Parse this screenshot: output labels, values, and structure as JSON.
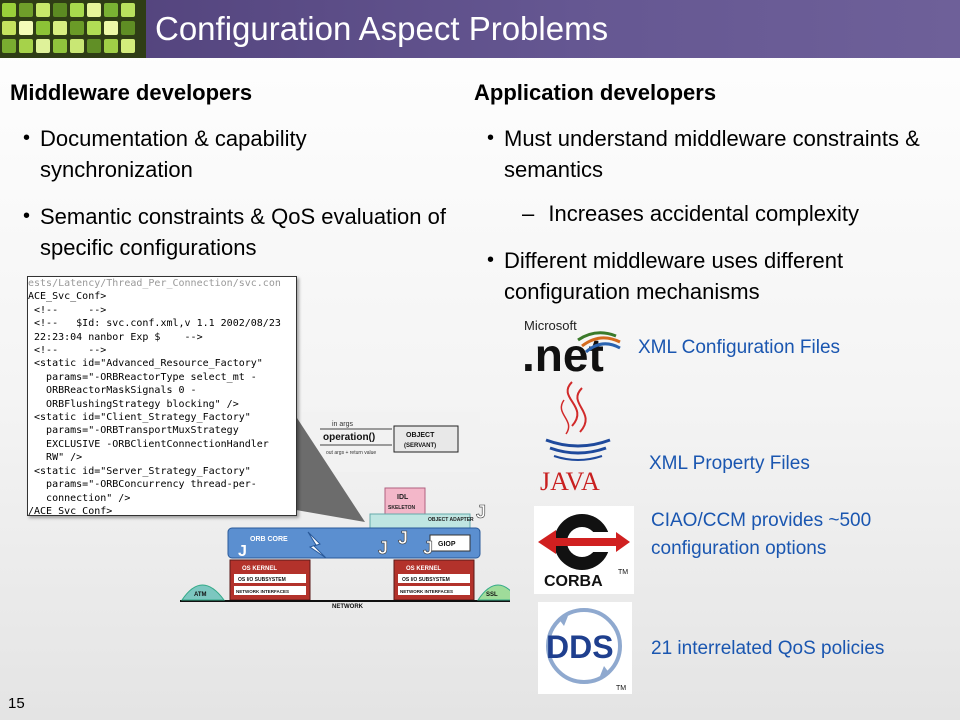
{
  "slide": {
    "title": "Configuration Aspect Problems",
    "page_number": "15"
  },
  "left": {
    "heading": "Middleware developers",
    "bullets": [
      "Documentation & capability synchronization",
      "Semantic constraints & QoS evaluation of specific configurations"
    ]
  },
  "right": {
    "heading": "Application developers",
    "bullets": [
      "Must understand middleware constraints & semantics",
      "Different middleware uses different configuration mechanisms"
    ],
    "sub_bullet": "Increases accidental complexity"
  },
  "code_listing": [
    "ests/Latency/Thread_Per_Connection/svc.con",
    "ACE_Svc_Conf>",
    " <!--     -->",
    " <!--   $Id: svc.conf.xml,v 1.1 2002/08/23",
    " 22:23:04 nanbor Exp $    -->",
    " <!--     -->",
    " <static id=\"Advanced_Resource_Factory\"",
    "   params=\"-ORBReactorType select_mt -",
    "   ORBReactorMaskSignals 0 -",
    "   ORBFlushingStrategy blocking\" />",
    " <static id=\"Client_Strategy_Factory\"",
    "   params=\"-ORBTransportMuxStrategy",
    "   EXCLUSIVE -ORBClientConnectionHandler",
    "   RW\" />",
    " <static id=\"Server_Strategy_Factory\"",
    "   params=\"-ORBConcurrency thread-per-",
    "   connection\" />",
    "/ACE_Svc_Conf>"
  ],
  "diagram": {
    "in_args": "in args",
    "operation": "operation()",
    "out_args": "out args + return value",
    "object": "OBJECT",
    "servant": "(SERVANT)",
    "idl": "IDL",
    "skeleton": "SKELETON",
    "object_adapter": "OBJECT ADAPTER",
    "orb_core": "ORB CORE",
    "giop": "GIOP",
    "os_kernel": "OS KERNEL",
    "io_subsystem": "OS I/O SUBSYSTEM",
    "network_interfaces": "NETWORK INTERFACES",
    "network": "NETWORK",
    "atm": "ATM",
    "ssl": "SSL"
  },
  "logos": {
    "microsoft": "Microsoft",
    "net": ".net",
    "java": "JAVA",
    "corba": "CORBA",
    "dds": "DDS",
    "tm": "TM"
  },
  "captions": {
    "net": "XML Configuration Files",
    "java": "XML Property Files",
    "corba": "CIAO/CCM provides ~500 configuration options",
    "dds": "21 interrelated QoS policies"
  },
  "colors": {
    "header": "#5b4c86",
    "caption_blue": "#1a56b0",
    "orb_blue": "#5b8fd0",
    "kernel_red": "#b3322b",
    "corba_red": "#d02020"
  }
}
